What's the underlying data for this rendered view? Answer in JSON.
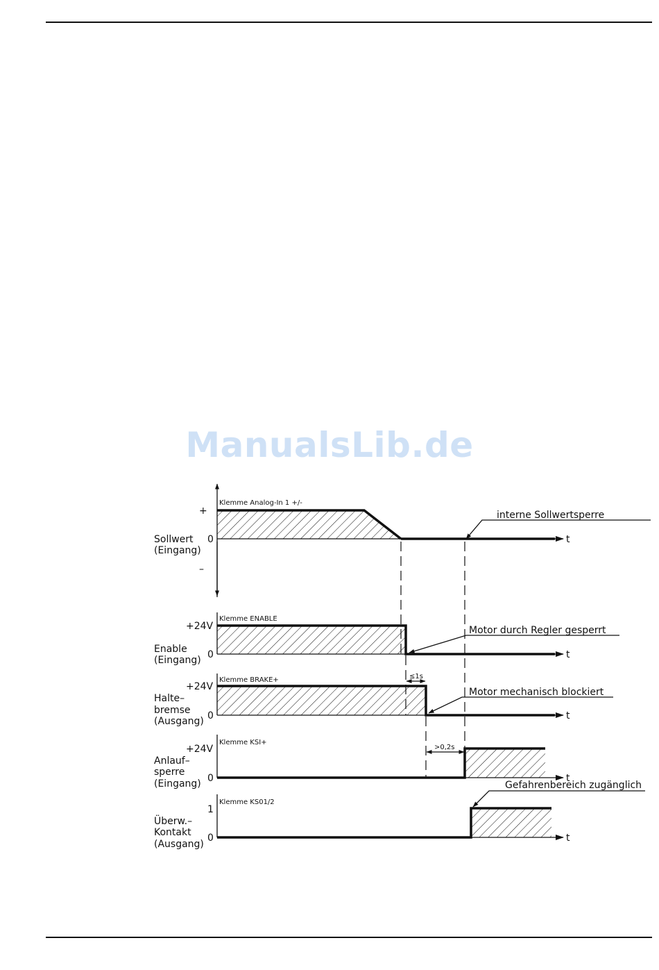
{
  "watermark": "ManualsLib.de",
  "diagram": {
    "axis_t": "t",
    "sollwert": {
      "terminal": "Klemme Analog-In 1 +/-",
      "label_line1": "Sollwert",
      "label_line2": "(Eingang)",
      "plus": "+",
      "zero": "0",
      "minus": "–",
      "annotation": "interne Sollwertsperre"
    },
    "enable": {
      "terminal": "Klemme ENABLE",
      "label_line1": "Enable",
      "label_line2": "(Eingang)",
      "high": "+24V",
      "zero": "0",
      "annotation": "Motor durch Regler gesperrt"
    },
    "brake": {
      "terminal": "Klemme BRAKE+",
      "label_line1": "Halte–",
      "label_line2": "bremse",
      "label_line3": "(Ausgang)",
      "high": "+24V",
      "zero": "0",
      "annotation": "Motor mechanisch blockiert",
      "timing": "≤1s"
    },
    "ksi": {
      "terminal": "Klemme KSI+",
      "label_line1": "Anlauf–",
      "label_line2": "sperre",
      "label_line3": "(Eingang)",
      "high": "+24V",
      "zero": "0",
      "timing": ">0,2s"
    },
    "ks01": {
      "terminal": "Klemme KS01/2",
      "label_line1": "Überw.–",
      "label_line2": "Kontakt",
      "label_line3": "(Ausgang)",
      "high": "1",
      "zero": "0",
      "annotation": "Gefahrenbereich zugänglich"
    }
  }
}
